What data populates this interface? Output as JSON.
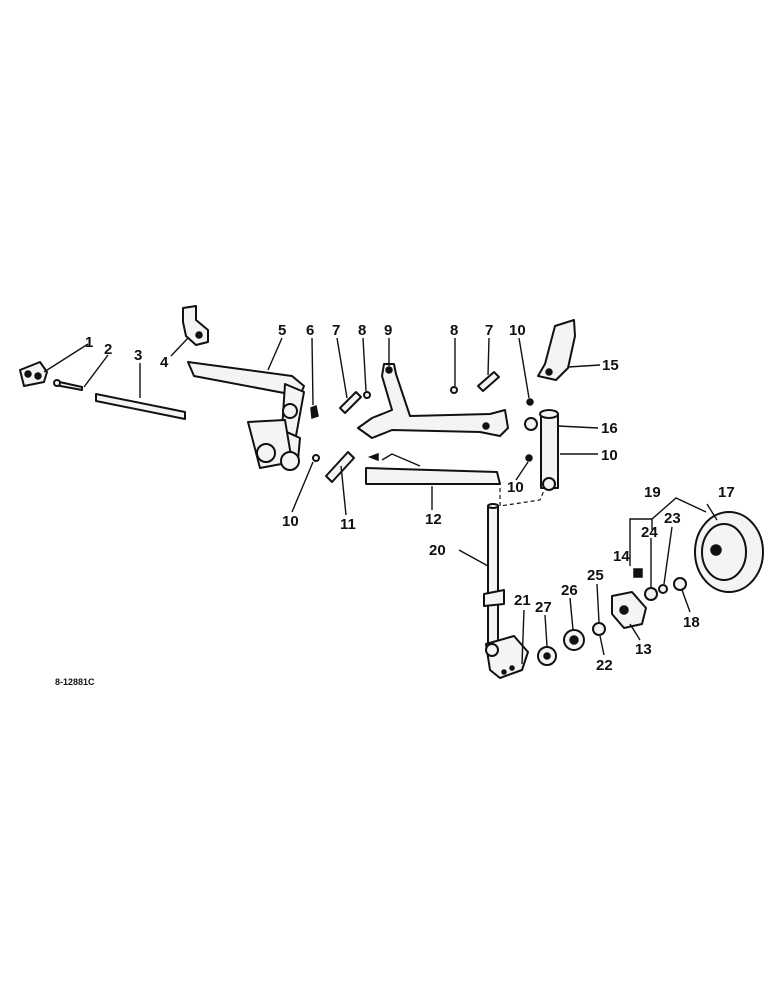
{
  "drawing_code": "8-12881C",
  "callouts": {
    "c1": "1",
    "c2": "2",
    "c3": "3",
    "c4": "4",
    "c5": "5",
    "c6": "6",
    "c7a": "7",
    "c8a": "8",
    "c9": "9",
    "c8b": "8",
    "c7b": "7",
    "c10a": "10",
    "c15": "15",
    "c16": "16",
    "c10b": "10",
    "c10c": "10",
    "c10d": "10",
    "c11": "11",
    "c12": "12",
    "c19": "19",
    "c17": "17",
    "c20": "20",
    "c14": "14",
    "c24": "24",
    "c23": "23",
    "c25": "25",
    "c26": "26",
    "c21": "21",
    "c27": "27",
    "c18": "18",
    "c13": "13",
    "c22": "22"
  }
}
